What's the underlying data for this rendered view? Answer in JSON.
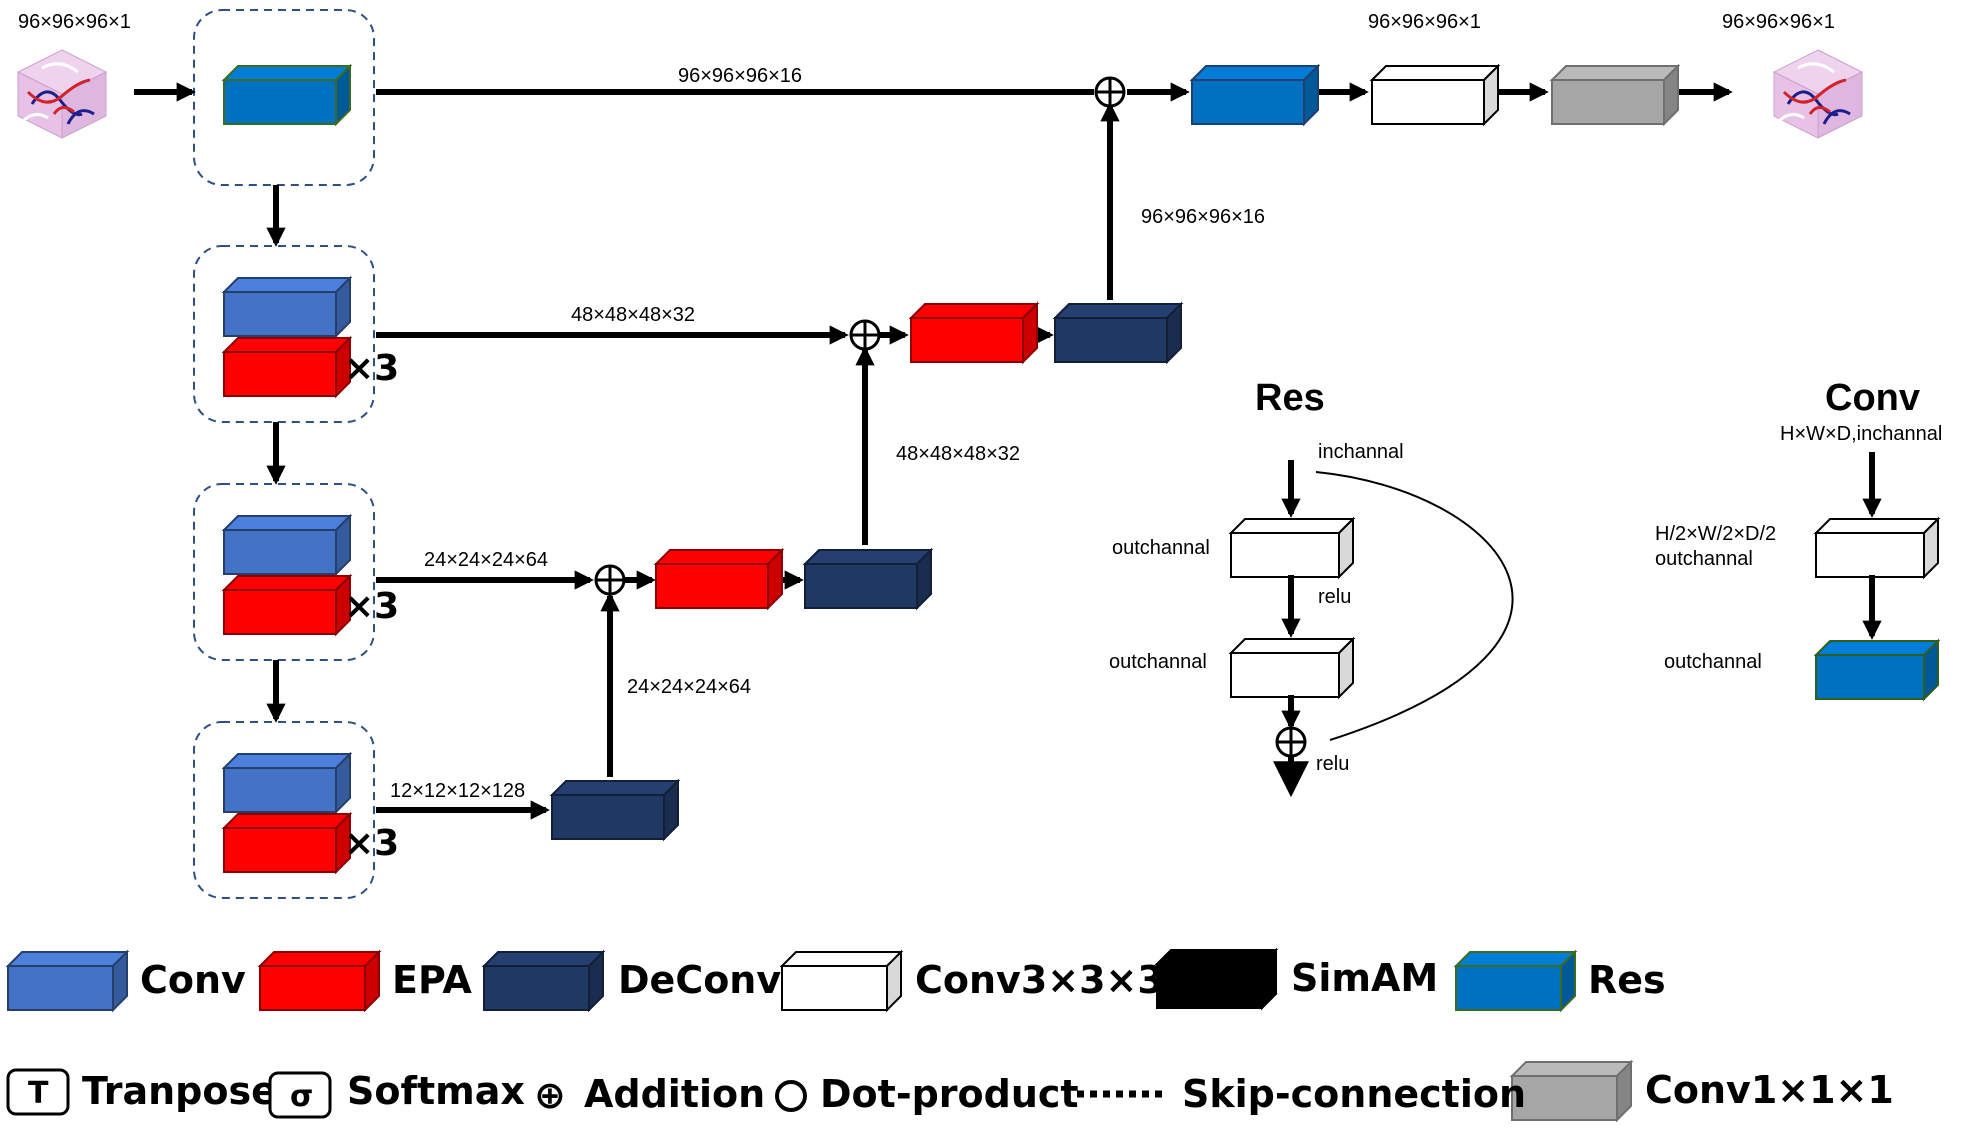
{
  "colors": {
    "conv": "#4472c4",
    "epa": "#ff0000",
    "deconv": "#203864",
    "conv333": "#ffffff",
    "simam": "#000000",
    "res": "#0070c0",
    "conv111": "#a6a6a6"
  },
  "labels": {
    "input_dim": "96×96×96×1",
    "output_dim": "96×96×96×1",
    "mid_dim": "96×96×96×1",
    "skip1": "96×96×96×16",
    "up1": "96×96×96×16",
    "skip2": "48×48×48×32",
    "up2": "48×48×48×32",
    "skip3": "24×24×24×64",
    "up3": "24×24×24×64",
    "skip4": "12×12×12×128",
    "times3": "×3"
  },
  "res_block": {
    "title": "Res",
    "inchannal": "inchannal",
    "outchannal_1": "outchannal",
    "relu_1": "relu",
    "outchannal_2": "outchannal",
    "relu_2": "relu"
  },
  "conv_block": {
    "title": "Conv",
    "input": "H×W×D,inchannal",
    "mid_1": "H/2×W/2×D/2",
    "mid_2": "outchannal",
    "out": "outchannal"
  },
  "legend": {
    "conv": "Conv",
    "epa": "EPA",
    "deconv": "DeConv",
    "conv333": "Conv3×3×3",
    "simam": "SimAM",
    "res": "Res",
    "transpose_symbol": "T",
    "transpose": "Tranpose",
    "softmax_symbol": "σ",
    "softmax": "Softmax",
    "addition_symbol": "⊕",
    "addition": "Addition",
    "dot": "Dot-product",
    "skip": "Skip-connection",
    "conv111": "Conv1×1×1"
  }
}
